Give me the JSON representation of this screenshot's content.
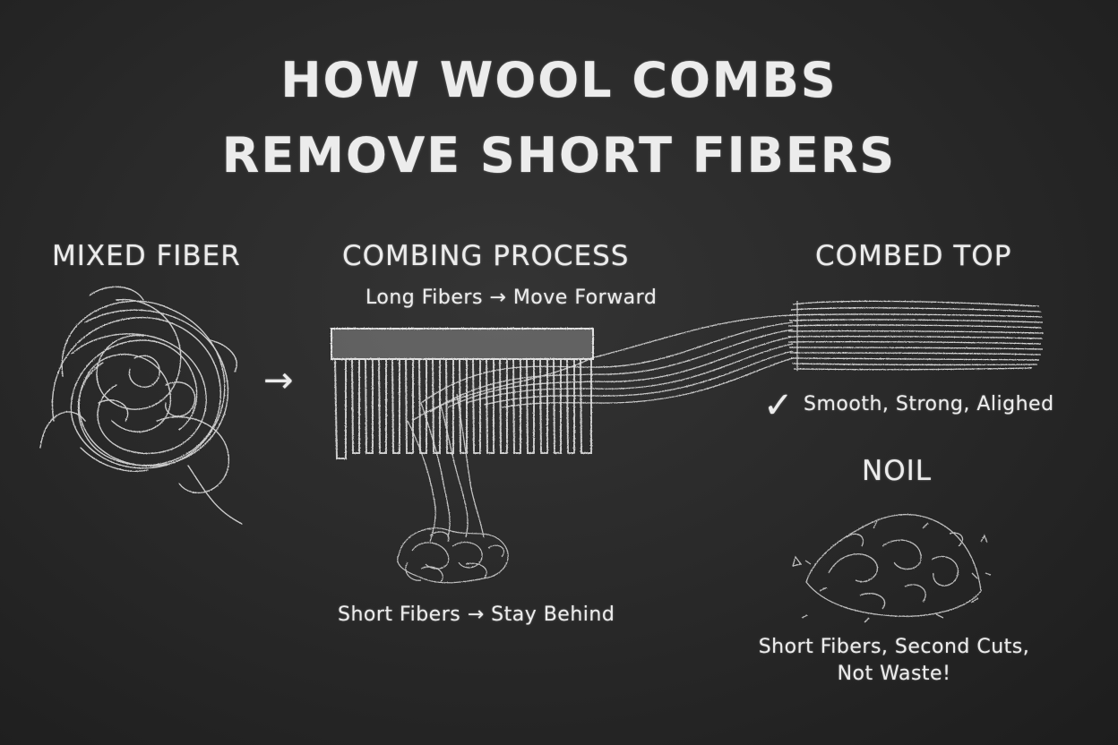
{
  "title": {
    "line1": "HOW WOOL COMBS",
    "line2": "REMOVE SHORT FIBERS"
  },
  "sections": {
    "mixed": {
      "heading": "MIXED FIBER"
    },
    "combing": {
      "heading": "COMBING PROCESS",
      "long_note": "Long Fibers → Move Forward",
      "short_note": "Short Fibers → Stay Behind"
    },
    "top": {
      "heading": "COMBED TOP",
      "check_text": "Smooth, Strong, Alighed"
    },
    "noil": {
      "heading": "NOIL",
      "caption_line1": "Short Fibers, Second Cuts,",
      "caption_line2": "Not Waste!"
    }
  },
  "symbols": {
    "arrow": "→",
    "check": "✓"
  },
  "colors": {
    "board": "#2a2a2a",
    "chalk": "#ececec"
  }
}
